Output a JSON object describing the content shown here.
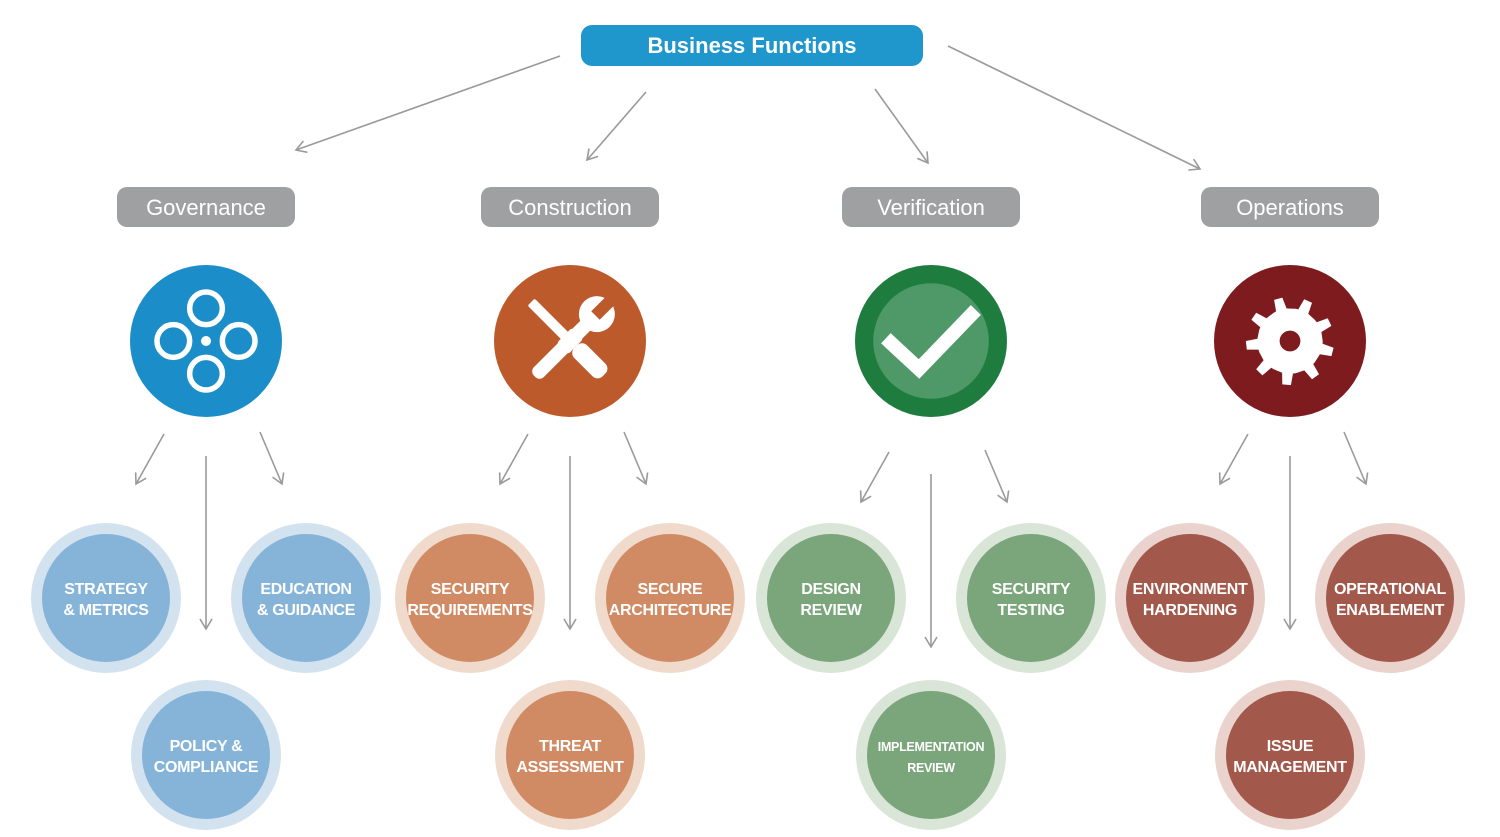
{
  "root": {
    "label": "Business Functions",
    "color": "#1f96cc"
  },
  "arrow_color": "#9a9a9a",
  "pill_color": "#9ea0a2",
  "functions": [
    {
      "label": "Governance",
      "icon": "network-icon",
      "icon_color": "#1b8ec9",
      "ring_color": "#d3e2ef",
      "practice_color": "#86b4d9",
      "practices": [
        [
          "STRATEGY",
          "& METRICS"
        ],
        [
          "EDUCATION",
          "& GUIDANCE"
        ],
        [
          "POLICY &",
          "COMPLIANCE"
        ]
      ]
    },
    {
      "label": "Construction",
      "icon": "tools-icon",
      "icon_color": "#bd5a2b",
      "ring_color": "#f0dacc",
      "practice_color": "#d08b65",
      "practices": [
        [
          "SECURITY",
          "REQUIREMENTS"
        ],
        [
          "SECURE",
          "ARCHITECTURE"
        ],
        [
          "THREAT",
          "ASSESSMENT"
        ]
      ]
    },
    {
      "label": "Verification",
      "icon": "checkmark-icon",
      "icon_color": "#1e7d3e",
      "ring_color": "#d8e5d7",
      "practice_color": "#7ba57a",
      "practices": [
        [
          "DESIGN",
          "REVIEW"
        ],
        [
          "SECURITY",
          "TESTING"
        ],
        [
          "IMPLEMENTATION",
          "REVIEW"
        ]
      ]
    },
    {
      "label": "Operations",
      "icon": "gear-icon",
      "icon_color": "#7e1b1f",
      "ring_color": "#ead3cd",
      "practice_color": "#a2584b",
      "practices": [
        [
          "ENVIRONMENT",
          "HARDENING"
        ],
        [
          "OPERATIONAL",
          "ENABLEMENT"
        ],
        [
          "ISSUE",
          "MANAGEMENT"
        ]
      ]
    }
  ]
}
